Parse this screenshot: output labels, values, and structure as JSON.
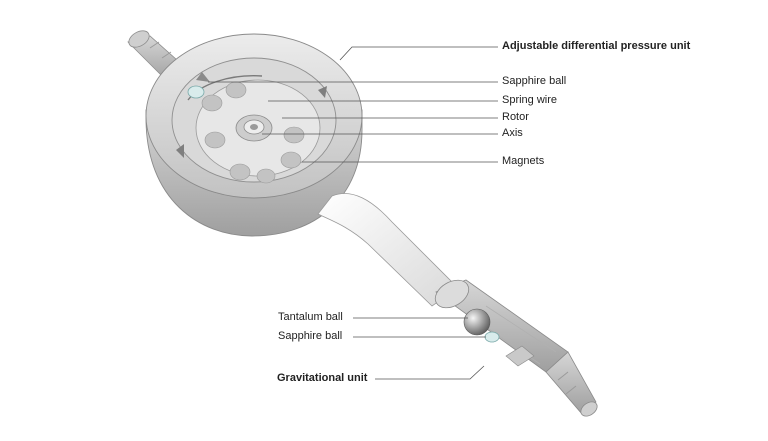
{
  "labels": {
    "adjustable_unit": "Adjustable differential pressure unit",
    "sapphire_ball_top": "Sapphire ball",
    "spring_wire": "Spring wire",
    "rotor": "Rotor",
    "axis": "Axis",
    "magnets": "Magnets",
    "tantalum_ball": "Tantalum ball",
    "sapphire_ball_bottom": "Sapphire ball",
    "gravitational_unit": "Gravitational unit"
  },
  "colors": {
    "line": "#555555",
    "metal_light": "#e4e4e4",
    "metal_mid": "#cfcfcf",
    "metal_dark": "#a9a9a9",
    "magnet": "#b9b9b9",
    "tube": "#f1f1f1"
  }
}
